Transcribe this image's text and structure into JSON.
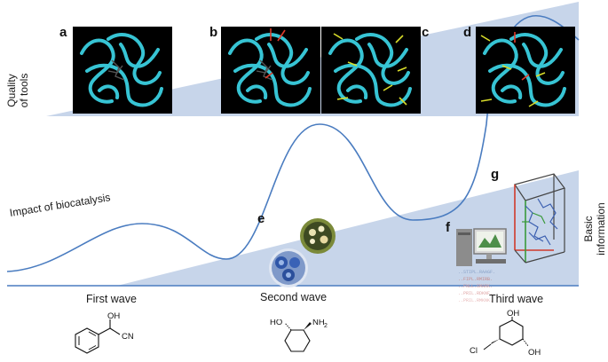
{
  "panel_labels": [
    "a",
    "b",
    "c",
    "d",
    "e",
    "f",
    "g"
  ],
  "axes": {
    "quality_of_tools": [
      "Quality",
      "of tools"
    ],
    "basic_information": [
      "Basic",
      "information"
    ]
  },
  "curve_label": "Impact of biocatalysis",
  "waves": [
    "First wave",
    "Second wave",
    "Third wave"
  ],
  "molecules": {
    "first": {
      "oh": "OH",
      "cn": "CN"
    },
    "second": {
      "ho": "HO",
      "nh2": "NH",
      "nh2_sub": "2"
    },
    "third": {
      "oh_top": "OH",
      "cl": "Cl",
      "oh_bottom": "OH"
    }
  },
  "colors": {
    "wedge": "#c7d5ea",
    "curve": "#4a7cc0",
    "protein": "#37c4d4",
    "baseline": "#4a7cc0"
  }
}
